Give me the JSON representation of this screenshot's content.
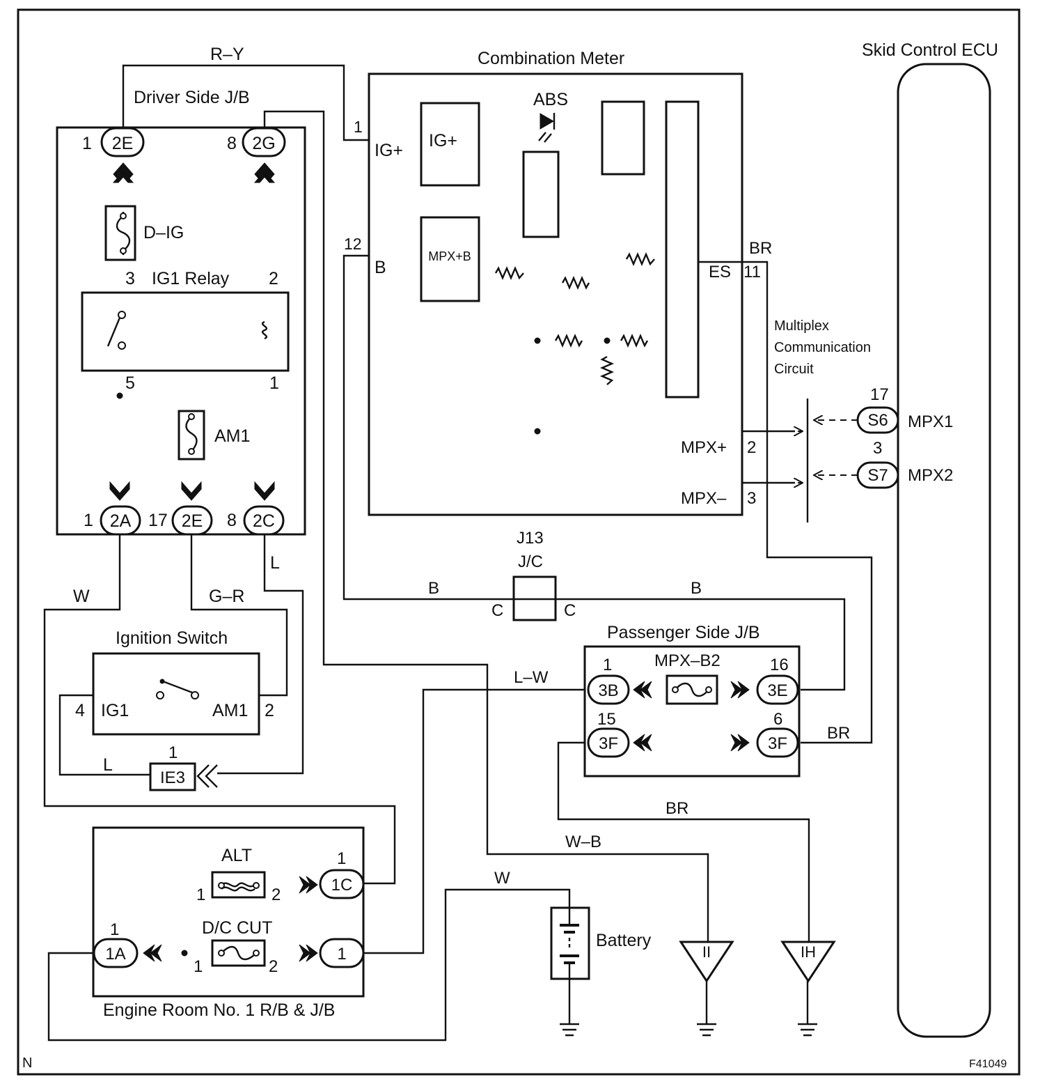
{
  "diagram": {
    "corner_left": "N",
    "figure_code": "F41049",
    "skid_ecu": {
      "title": "Skid Control ECU",
      "s6_pin": "17",
      "s6": "S6",
      "mpx1": "MPX1",
      "s7_pin": "3",
      "s7": "S7",
      "mpx2": "MPX2"
    },
    "driver_jb": {
      "title": "Driver Side J/B",
      "c2e_top_pin": "1",
      "c2e_top": "2E",
      "c2g_pin": "8",
      "c2g": "2G",
      "fuse_dig": "D–IG",
      "relay_title": "IG1 Relay",
      "relay_pin3": "3",
      "relay_pin2": "2",
      "relay_pin5": "5",
      "relay_pin1": "1",
      "fuse_am1": "AM1",
      "c2a_pin": "1",
      "c2a": "2A",
      "c2e_bot_pin": "17",
      "c2e_bot": "2E",
      "c2c_pin": "8",
      "c2c": "2C"
    },
    "combo_meter": {
      "title": "Combination Meter",
      "pin1": "1",
      "igplus_label": "IG+",
      "igplus_block": "IG+",
      "abs_label": "ABS",
      "pin12": "12",
      "b_label": "B",
      "mpxb_block": "MPX+B",
      "es_label": "ES",
      "pin11": "11",
      "mpx_plus": "MPX+",
      "pin2": "2",
      "mpx_minus": "MPX–",
      "pin3": "3"
    },
    "multiplex_label": [
      "Multiplex",
      "Communication",
      "Circuit"
    ],
    "jc": {
      "code": "J13",
      "label": "J/C",
      "left_pin": "C",
      "right_pin": "C"
    },
    "passenger_jb": {
      "title": "Passenger Side J/B",
      "c3b_pin": "1",
      "c3b": "3B",
      "fuse": "MPX–B2",
      "c3e_pin": "16",
      "c3e": "3E",
      "c3f_left_pin": "15",
      "c3f_left": "3F",
      "c3f_right_pin": "6",
      "c3f_right": "3F"
    },
    "ignition": {
      "title": "Ignition Switch",
      "pin4": "4",
      "ig1": "IG1",
      "am1": "AM1",
      "pin2": "2",
      "ie3_pin": "1",
      "ie3": "IE3"
    },
    "engine_room": {
      "title": "Engine Room No. 1 R/B & J/B",
      "fuse_alt": "ALT",
      "alt_pin1": "1",
      "alt_pin2": "2",
      "c1c_pin": "1",
      "c1c": "1C",
      "fuse_dc": "D/C CUT",
      "dc_pin1": "1",
      "dc_pin2": "2",
      "c1a_pin": "1",
      "c1a": "1A",
      "c1": "1"
    },
    "battery": "Battery",
    "grounds": {
      "g1": "II",
      "g2": "IH"
    },
    "wires": {
      "r_y": "R–Y",
      "br_top": "BR",
      "w_left": "W",
      "g_r": "G–R",
      "l_2c": "L",
      "b_left": "B",
      "b_right": "B",
      "l_w": "L–W",
      "br_mid": "BR",
      "l_ign": "L",
      "br_low": "BR",
      "w_b": "W–B",
      "w_bat": "W"
    }
  }
}
